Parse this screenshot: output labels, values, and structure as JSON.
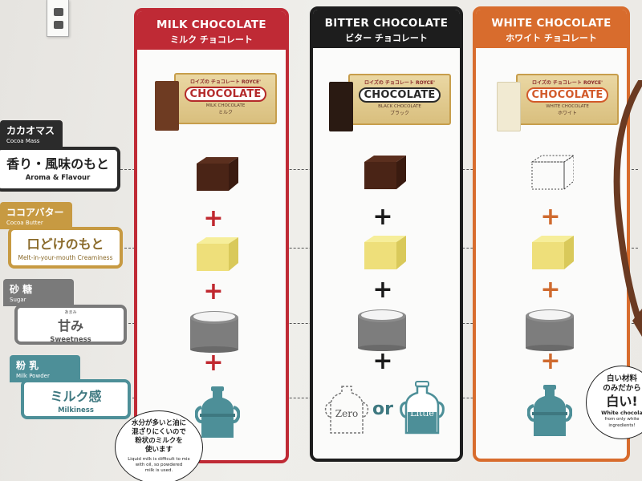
{
  "columns": {
    "milk": {
      "title_en": "MILK CHOCOLATE",
      "title_jp": "ミルク チョコレート",
      "box_brand": "ロイズの チョコレート ROYCE'",
      "box_name": "CHOCOLATE",
      "box_sub": "MILK CHOCOLATE",
      "box_jp": "ミルク"
    },
    "bitter": {
      "title_en": "BITTER CHOCOLATE",
      "title_jp": "ビター チョコレート",
      "box_brand": "ロイズの チョコレート ROYCE'",
      "box_name": "CHOCOLATE",
      "box_sub": "BLACK CHOCOLATE",
      "box_jp": "ブラック"
    },
    "white": {
      "title_en": "WHITE CHOCOLATE",
      "title_jp": "ホワイト チョコレート",
      "box_brand": "ロイズの チョコレート ROYCE'",
      "box_name": "CHOCOLATE",
      "box_sub": "WHITE CHOCOLATE",
      "box_jp": "ホワイト"
    }
  },
  "ingredients": [
    {
      "tag_jp": "カカオマス",
      "tag_en": "Cocoa Mass",
      "label_jp": "香り・風味のもと",
      "label_en": "Aroma & Flavour",
      "color": "#2b2b2b"
    },
    {
      "tag_jp": "ココアバター",
      "tag_en": "Cocoa Butter",
      "label_jp": "口どけのもと",
      "label_en": "Melt-in-your-mouth Creaminess",
      "color": "#c79a42"
    },
    {
      "tag_jp": "砂 糖",
      "tag_en": "Sugar",
      "label_jp": "甘み",
      "label_en": "Sweetness",
      "label_ruby": "あまみ",
      "color": "#7a7a7a"
    },
    {
      "tag_jp": "粉 乳",
      "tag_en": "Milk Powder",
      "label_jp": "ミルク感",
      "label_en": "Milkiness",
      "color": "#4d8f98"
    }
  ],
  "plus_symbol": "+",
  "bitter_milk": {
    "zero": "Zero",
    "or": "or",
    "little": "Little"
  },
  "bubble_milk": {
    "jp_lines": [
      "水分が多いと油に",
      "混ざりにくいので",
      "粉状のミルクを",
      "使います"
    ],
    "en_lines": [
      "Liquid milk is difficult to mix",
      "with oil, so powdered",
      "milk is used."
    ]
  },
  "bubble_white": {
    "jp_lines": [
      "白い材料",
      "のみだから",
      "白い!"
    ],
    "en_lines": [
      "White chocola",
      "from only white",
      "ingredients!"
    ]
  },
  "colors": {
    "milk": "#bf2a35",
    "bitter": "#1d1d1d",
    "white": "#d86c2d",
    "milk_powder": "#4d8f98",
    "cocoa_butter": "#c79a42"
  }
}
